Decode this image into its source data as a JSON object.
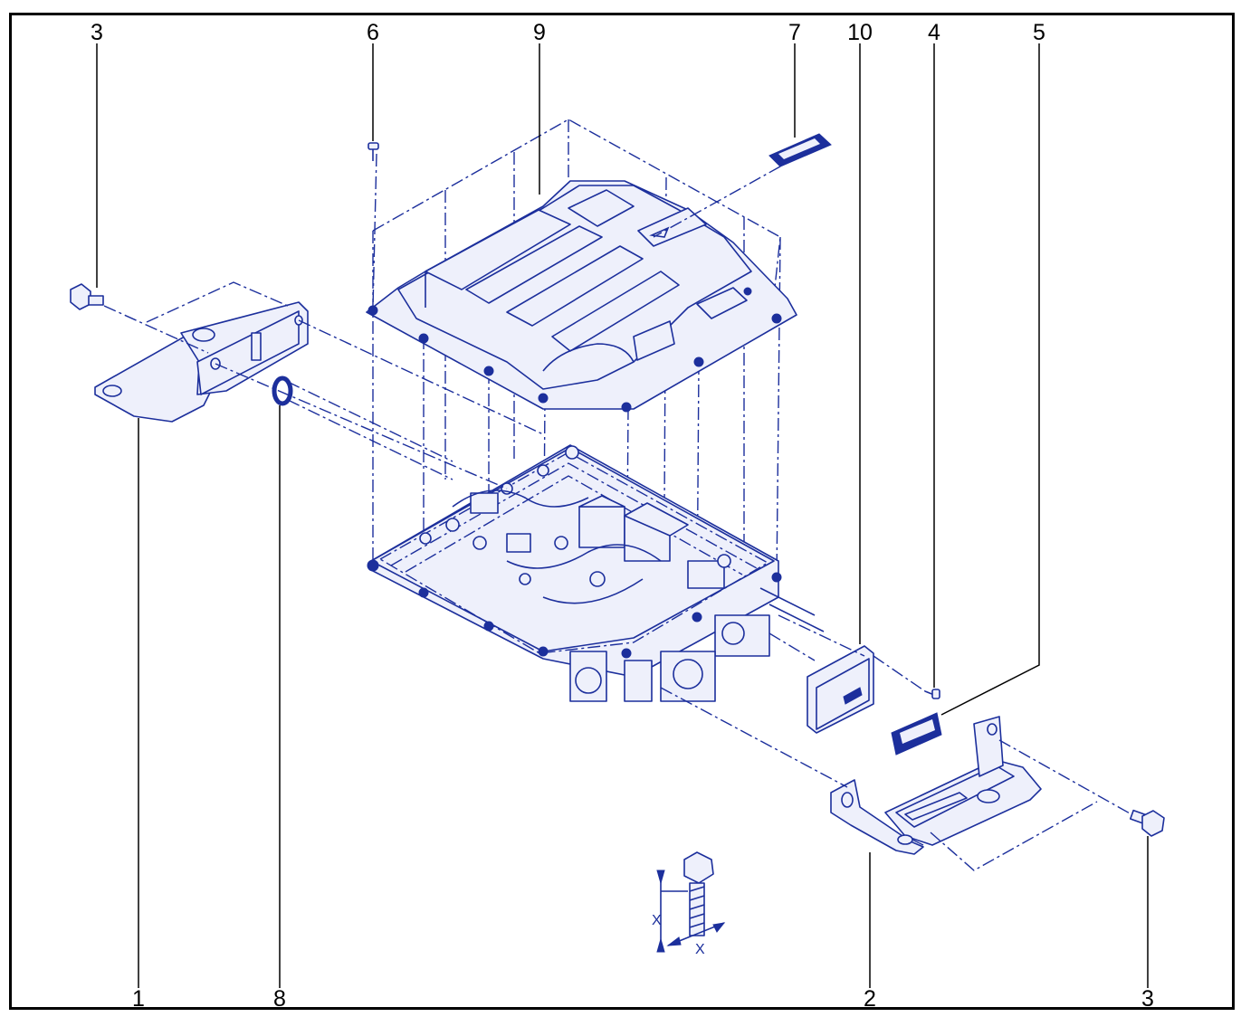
{
  "diagram": {
    "callouts": [
      {
        "id": "c3a",
        "label": "3"
      },
      {
        "id": "c6",
        "label": "6"
      },
      {
        "id": "c9",
        "label": "9"
      },
      {
        "id": "c7",
        "label": "7"
      },
      {
        "id": "c10",
        "label": "10"
      },
      {
        "id": "c4",
        "label": "4"
      },
      {
        "id": "c5",
        "label": "5"
      },
      {
        "id": "c1",
        "label": "1"
      },
      {
        "id": "c8",
        "label": "8"
      },
      {
        "id": "c2",
        "label": "2"
      },
      {
        "id": "c3b",
        "label": "3"
      }
    ],
    "dimension_label": "X",
    "colors": {
      "line": "#1c2f9c",
      "fill": "#eef0fb",
      "leader": "#000000"
    }
  }
}
